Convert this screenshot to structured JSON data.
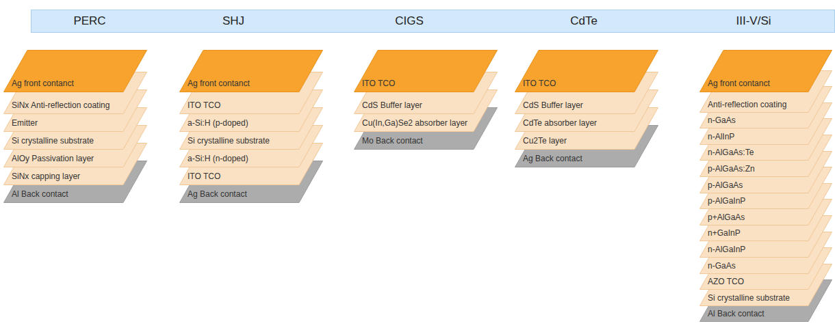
{
  "diagram": {
    "nodes": [
      {
        "text": [
          "PERC",
          "SHJ",
          "CIGS",
          "CdTe",
          "III-V/Si"
        ]
      },
      {
        "text": [
          "Ag front contanct"
        ]
      },
      {
        "text": [
          "SiNx Anti-reflection coating"
        ]
      },
      {
        "text": [
          "Emitter"
        ]
      },
      {
        "text": [
          "Si crystalline substrate"
        ]
      },
      {
        "text": [
          "AlOy Passivation layer"
        ]
      },
      {
        "text": [
          "SiNx capping layer"
        ]
      },
      {
        "text": [
          "Al Back contact"
        ]
      },
      {
        "text": [
          "Ag front contanct"
        ]
      },
      {
        "text": [
          "ITO TCO"
        ]
      },
      {
        "text": [
          "a-Si:H (p-doped)"
        ]
      },
      {
        "text": [
          "Si crystalline substrate"
        ]
      },
      {
        "text": [
          "a-Si:H (n-doped)"
        ]
      },
      {
        "text": [
          "ITO TCO"
        ]
      },
      {
        "text": [
          "Ag Back contact"
        ]
      },
      {
        "text": [
          "ITO  TCO"
        ]
      },
      {
        "text": [
          "CdS Buffer layer"
        ]
      },
      {
        "text": [
          "Cu(In,Ga)Se2 absorber layer"
        ]
      },
      {
        "text": [
          "Mo Back contact"
        ]
      },
      {
        "text": [
          "ITO  TCO"
        ]
      },
      {
        "text": [
          "CdS Buffer layer"
        ]
      },
      {
        "text": [
          "CdTe absorber layer"
        ]
      },
      {
        "text": [
          "Cu2Te layer"
        ]
      },
      {
        "text": [
          "Ag Back contact"
        ]
      },
      {
        "text": [
          "Ag front contanct"
        ]
      },
      {
        "text": [
          "Anti-reflection coating"
        ]
      },
      {
        "text": [
          "n-GaAs"
        ]
      },
      {
        "text": [
          "n-AlInP"
        ]
      },
      {
        "text": [
          "n-AlGaAs:Te"
        ]
      },
      {
        "text": [
          "p-AlGaAs:Zn"
        ]
      },
      {
        "text": [
          "p-AlGaAs"
        ]
      },
      {
        "text": [
          "p-AlGaInP"
        ]
      },
      {
        "text": [
          "p+AlGaAs"
        ]
      },
      {
        "text": [
          "n+GaInP"
        ]
      },
      {
        "text": [
          "n-AlGaInP"
        ]
      },
      {
        "text": [
          "n-GaAs"
        ]
      },
      {
        "text": [
          "AZO TCO"
        ]
      },
      {
        "text": [
          "Si crystalline substrate"
        ]
      },
      {
        "text": [
          "Al Back contact"
        ]
      }
    ]
  }
}
